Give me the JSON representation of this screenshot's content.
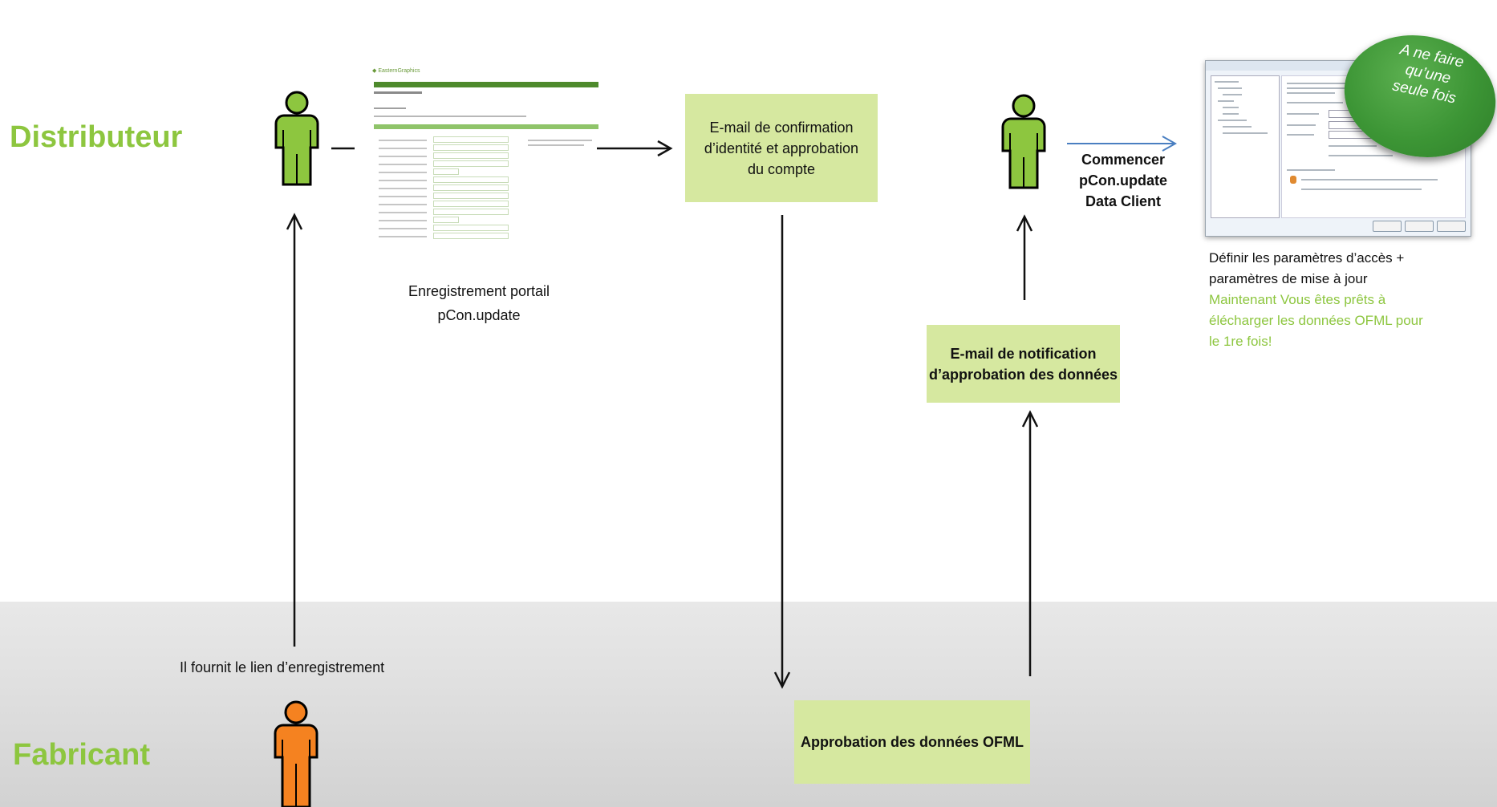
{
  "roles": {
    "distributor": "Distributeur",
    "manufacturer": "Fabricant"
  },
  "boxes": {
    "confirmation": "E-mail de confirmation d’identité et approbation du compte",
    "notification": "E-mail de notification d’approbation des données",
    "approval": "Approbation des données OFML"
  },
  "labels": {
    "portal_registration_line1": "Enregistrement portail",
    "portal_registration_line2": "pCon.update",
    "start_client_line1": "Commencer",
    "start_client_line2": "pCon.update",
    "start_client_line3": "Data Client",
    "settings_line1": "Définir les paramètres d’accès +",
    "settings_line2": "paramètres de mise à jour",
    "ready_line1": "Maintenant Vous êtes prêts à",
    "ready_line2": "élécharger les données OFML pour",
    "ready_line3": "le 1re  fois!",
    "registration_link": "Il fournit le lien d’enregistrement"
  },
  "badge": {
    "line1": "A ne faire",
    "line2": "qu’une",
    "line3": "seule fois"
  },
  "colors": {
    "role_text": "#8dc63f",
    "distributor_figure": "#8dc63f",
    "manufacturer_figure": "#f58220",
    "box_fill": "#d6e8a0",
    "blue_arrow": "#4a7fc1",
    "badge": "#3c9535"
  },
  "icons": [
    "person-icon",
    "arrow-icon"
  ]
}
